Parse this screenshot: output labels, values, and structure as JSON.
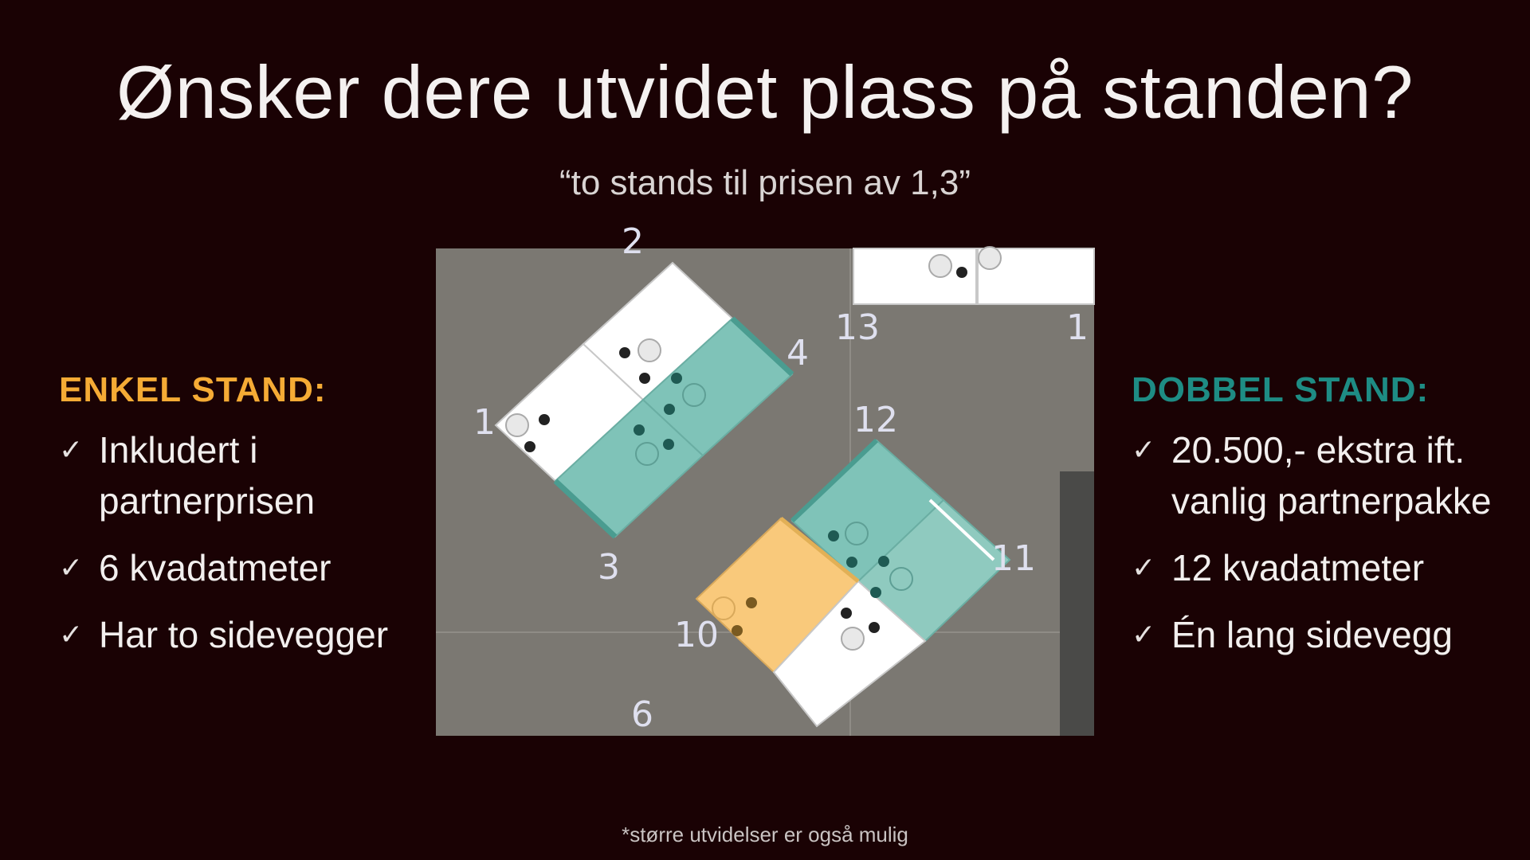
{
  "slide": {
    "title": "Ønsker dere utvidet plass på standen?",
    "subtitle": "“to stands til prisen av 1,3”",
    "footnote": "*større utvidelser er også mulig"
  },
  "left_panel": {
    "heading": "ENKEL STAND:",
    "items": [
      {
        "check": "✓",
        "text": "Inkludert i partnerprisen"
      },
      {
        "check": "✓",
        "text": "6 kvadatmeter"
      },
      {
        "check": "✓",
        "text": "Har to sidevegger"
      }
    ]
  },
  "right_panel": {
    "heading": "DOBBEL STAND:",
    "items": [
      {
        "check": "✓",
        "text": "20.500,- ekstra ift. vanlig partnerpakke"
      },
      {
        "check": "✓",
        "text": "12 kvadatmeter"
      },
      {
        "check": "✓",
        "text": "Én lang sidevegg"
      }
    ]
  },
  "floor_plan": {
    "labels": [
      "2",
      "1",
      "4",
      "3",
      "13",
      "1",
      "12",
      "11",
      "10",
      "6"
    ],
    "colors": {
      "background": "#7b7872",
      "booth_white": "#ffffff",
      "booth_teal": "#7fc3b8",
      "booth_orange": "#f9c97b",
      "teal_border": "#4a9c90",
      "label": "#dfe0ef",
      "slide_bg": "#1a0204",
      "heading_orange": "#f5ab35",
      "heading_teal": "#1e8c84"
    }
  }
}
